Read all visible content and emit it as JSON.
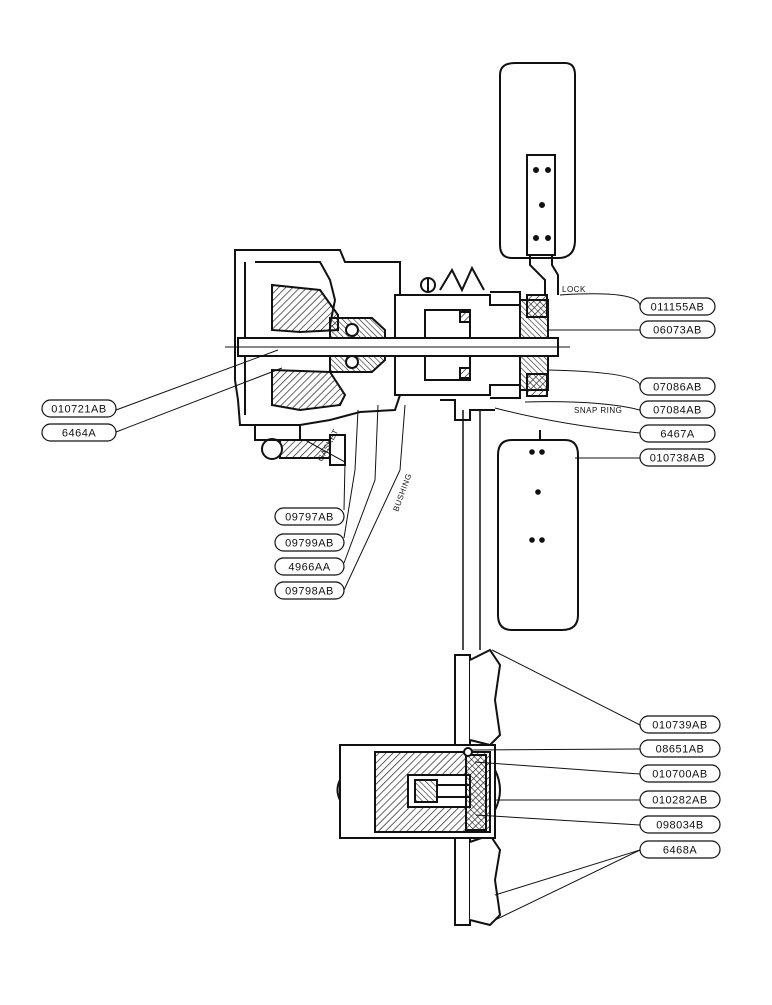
{
  "diagram": {
    "part_labels": {
      "p010721AB": "010721AB",
      "p6464A": "6464A",
      "p09797AB": "09797AB",
      "p09799AB": "09799AB",
      "p4966AA": "4966AA",
      "p09798AB": "09798AB",
      "p011155AB": "011155AB",
      "p06073AB": "06073AB",
      "p07086AB": "07086AB",
      "p07084AB": "07084AB",
      "p6467A": "6467A",
      "p010738AB": "010738AB",
      "p010739AB": "010739AB",
      "p08651AB": "08651AB",
      "p010700AB": "010700AB",
      "p010282AB": "010282AB",
      "p098034B": "098034B",
      "p6468A": "6468A"
    },
    "notes": {
      "lock": "LOCK",
      "snap_ring": "SNAP RING",
      "gasket": "GASKET",
      "bushing": "BUSHING"
    }
  }
}
